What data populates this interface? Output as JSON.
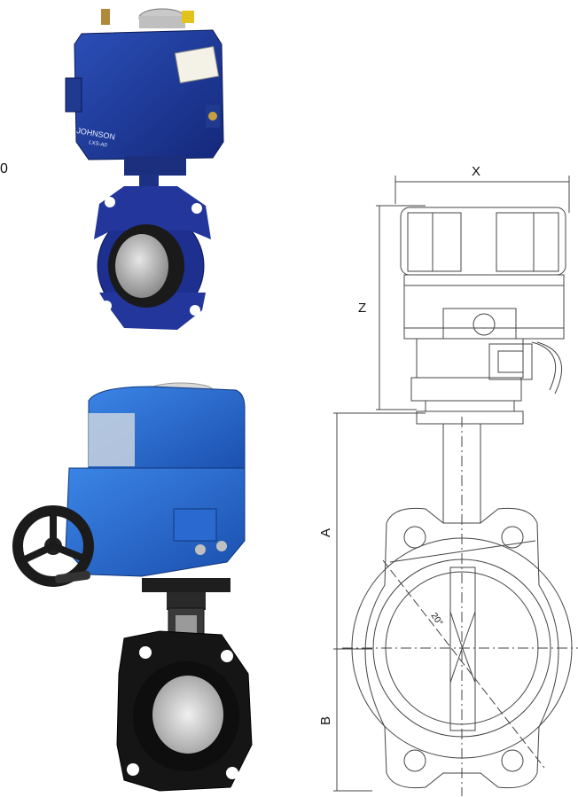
{
  "left_fragment": "0",
  "actuator_top": {
    "brand": "JOHNSON",
    "model": "LXS-A0"
  },
  "drawing": {
    "dim_x": "X",
    "dim_z": "Z",
    "dim_a": "A",
    "dim_b": "B",
    "angle_label": "20°"
  },
  "colors": {
    "actuator_blue_top": "#1f3f9a",
    "actuator_blue_bottom": "#2c6fd1",
    "valve_body_top": "#23349a",
    "valve_body_bottom": "#111111",
    "drawing_line": "#444444"
  }
}
